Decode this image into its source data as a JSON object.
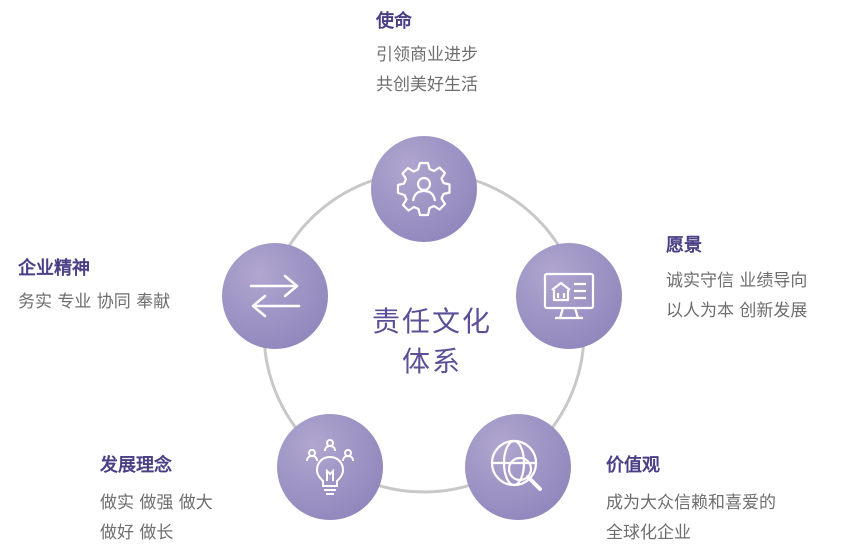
{
  "center": {
    "line1": "责任文化",
    "line2": "体系"
  },
  "colors": {
    "node": "#9a90c2",
    "ring": "#c8c8c8",
    "title": "#4b3f86",
    "center": "#5c4f98",
    "text": "#6e6e6e"
  },
  "sections": [
    {
      "key": "mission",
      "icon": "gear-person-icon",
      "title": "使命",
      "lines": [
        "引领商业进步",
        "共创美好生活"
      ]
    },
    {
      "key": "vision",
      "icon": "monitor-bank-icon",
      "title": "愿景",
      "lines": [
        "诚实守信 业绩导向",
        "以人为本 创新发展"
      ]
    },
    {
      "key": "values",
      "icon": "globe-search-icon",
      "title": "价值观",
      "lines": [
        "成为大众信赖和喜爱的",
        "全球化企业"
      ]
    },
    {
      "key": "philosophy",
      "icon": "lightbulb-people-icon",
      "title": "发展理念",
      "lines": [
        "做实 做强 做大",
        "做好 做长"
      ]
    },
    {
      "key": "spirit",
      "icon": "exchange-arrows-icon",
      "title": "企业精神",
      "lines": [
        "务实 专业 协同 奉献"
      ]
    }
  ]
}
